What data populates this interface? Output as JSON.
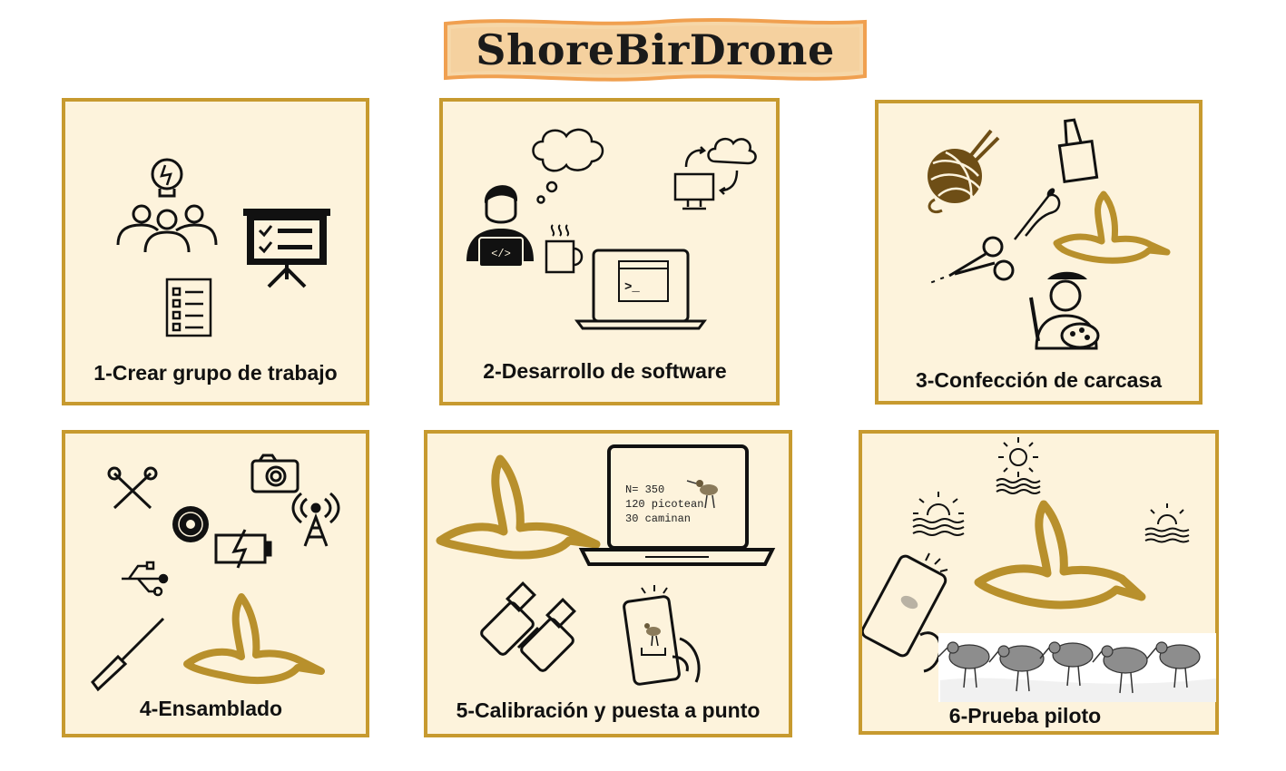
{
  "title": "ShoreBirDrone",
  "colors": {
    "panel_bg": "#fdf3dc",
    "panel_border": "#c79a2f",
    "bird_gold": "#b8902c",
    "banner_border": "#f0a050"
  },
  "steps": [
    {
      "label": "1-Crear grupo de trabajo",
      "icons": [
        "team-idea-icon",
        "presentation-board-icon",
        "checklist-icon"
      ]
    },
    {
      "label": "2-Desarrollo de software",
      "icons": [
        "programmer-icon",
        "thought-cloud-icon",
        "coffee-mug-icon",
        "laptop-terminal-icon",
        "cloud-sync-icon"
      ]
    },
    {
      "label": "3-Confección de carcasa",
      "icons": [
        "yarn-ball-icon",
        "paint-brush-icon",
        "sewing-needle-icon",
        "scissors-icon",
        "bird-icon",
        "painter-icon"
      ]
    },
    {
      "label": "4-Ensamblado",
      "icons": [
        "tools-icon",
        "camera-icon",
        "disc-icon",
        "antenna-icon",
        "battery-icon",
        "usb-icon",
        "screwdriver-icon",
        "bird-icon"
      ]
    },
    {
      "label": "5-Calibración y puesta a punto",
      "icons": [
        "bird-icon",
        "laptop-icon",
        "binoculars-icon",
        "phone-camera-icon"
      ],
      "screen_lines": [
        "N= 350",
        "120 picotean",
        "30 caminan"
      ]
    },
    {
      "label": "6-Prueba piloto",
      "icons": [
        "sunrise-icon",
        "sun-over-water-icon",
        "sunset-icon",
        "bird-icon",
        "phone-icon",
        "sandpipers-illustration"
      ]
    }
  ]
}
